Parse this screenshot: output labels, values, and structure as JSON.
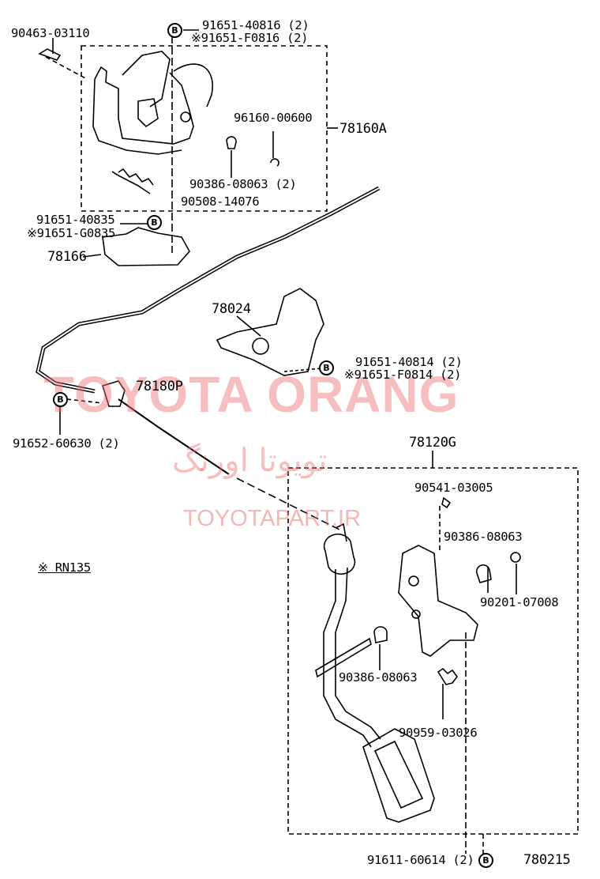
{
  "diagram": {
    "callouts": {
      "clip": "90463-03110",
      "bolt_top_1": "91651-40816 (2)",
      "bolt_top_2": "※91651-F0816 (2)",
      "clip_small": "96160-00600",
      "assembly_top": "78160A",
      "bushing_top": "90386-08063 (2)",
      "spring_top": "90508-14076",
      "bolt_mid_1": "91651-40835",
      "bolt_mid_2": "※91651-G0835",
      "bracket": "78166",
      "bracket_support": "78024",
      "bolt_right_1": "91651-40814 (2)",
      "bolt_right_2": "※91651-F0814 (2)",
      "cable": "78180P",
      "bolt_left": "91652-60630 (2)",
      "pedal_assembly": "78120G",
      "screw": "90541-03005",
      "bushing_right": "90386-08063",
      "washer": "90201-07008",
      "note": "※ RN135",
      "bushing_left": "90386-08063",
      "spring_pedal": "90959-03026",
      "bolt_bottom": "91611-60614 (2)",
      "figure_number": "780215"
    },
    "bolt_marker": "B",
    "watermark": {
      "brand": "TOYOTA ORANG",
      "persian": "تویوتا اورنگ",
      "site": "TOYOTAPART.IR"
    }
  }
}
